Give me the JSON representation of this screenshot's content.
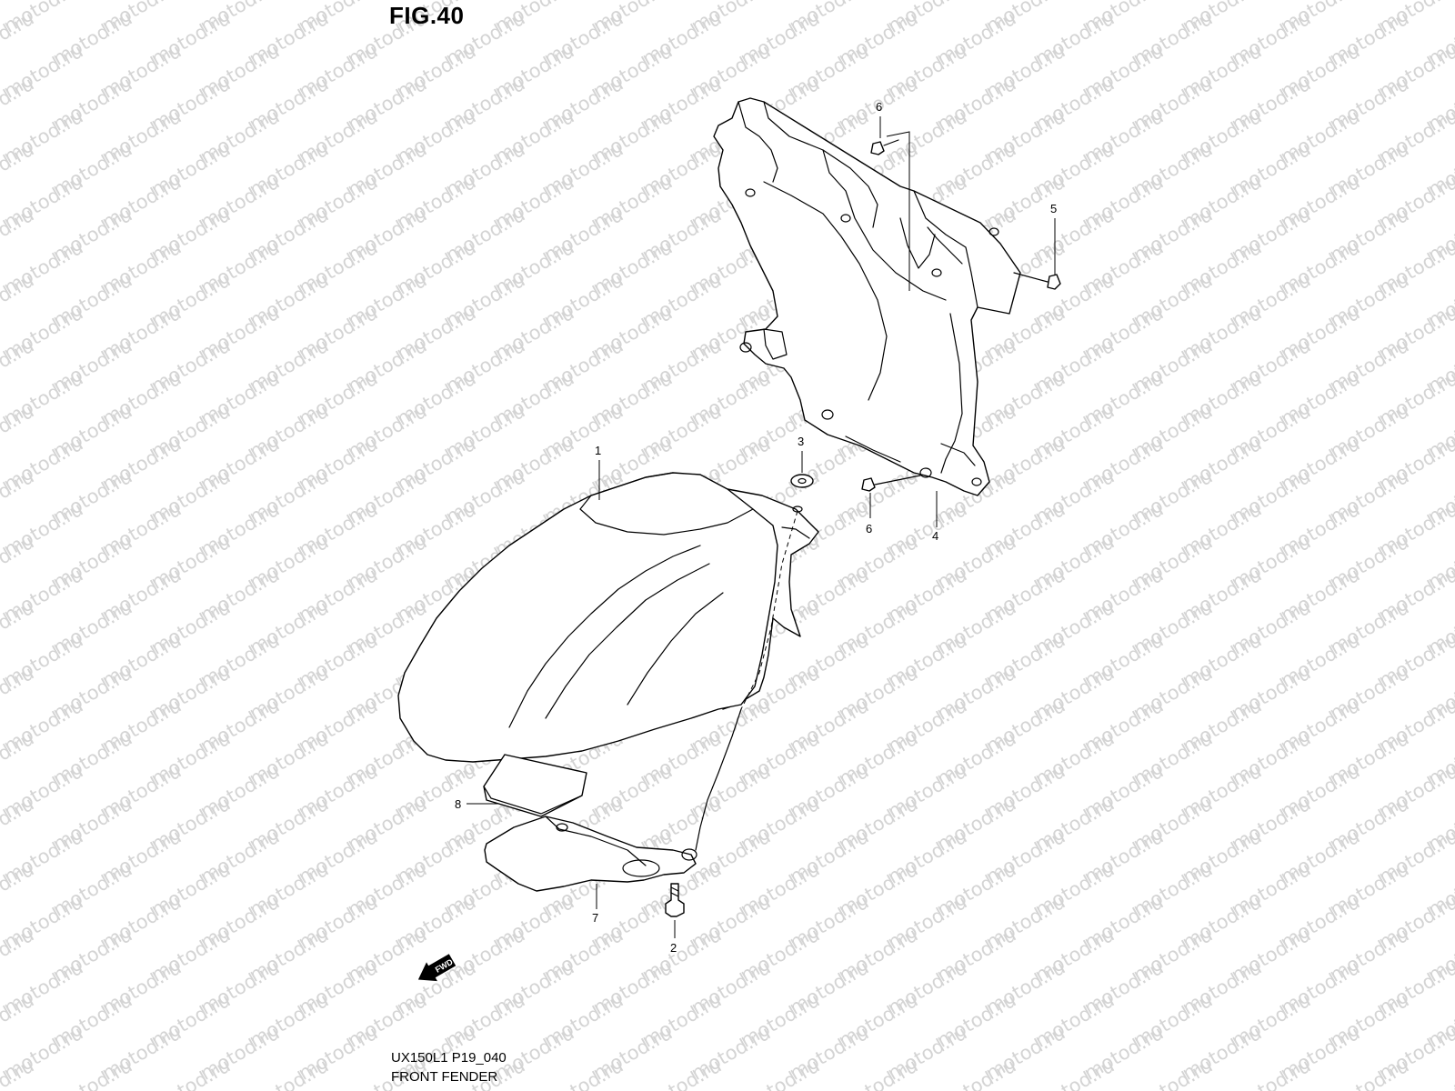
{
  "figure": {
    "title": "FIG.40",
    "code": "UX150L1 P19_040",
    "name": "FRONT FENDER",
    "direction_label": "FWD"
  },
  "watermark": {
    "text": "motod.ru"
  },
  "callouts": {
    "c1": "1",
    "c2": "2",
    "c3": "3",
    "c4": "4",
    "c5": "5",
    "c6_top": "6",
    "c6_bottom": "6",
    "c7": "7",
    "c8": "8"
  },
  "colors": {
    "line": "#000000",
    "watermark": "#d4d4d4",
    "background": "#ffffff"
  }
}
